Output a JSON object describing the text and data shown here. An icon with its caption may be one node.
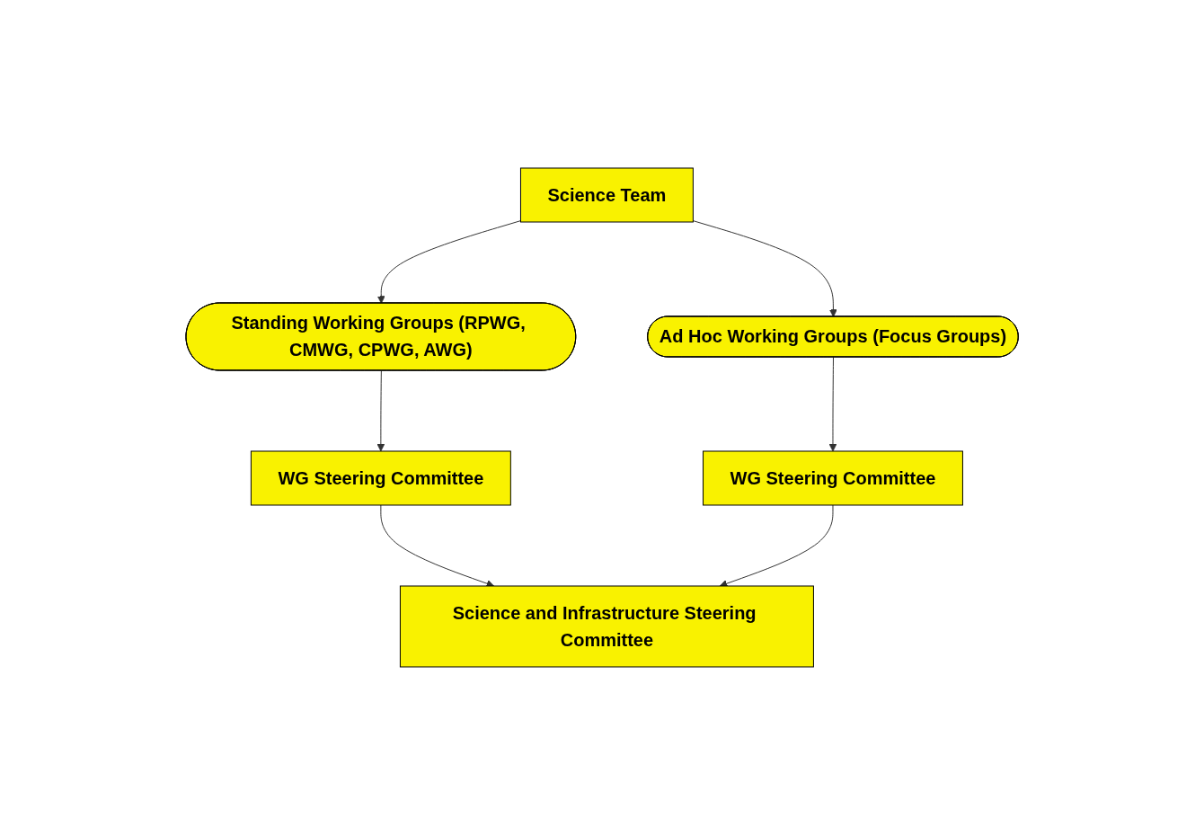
{
  "diagram": {
    "nodes": [
      {
        "text": [
          "Science Team"
        ]
      },
      {
        "text": [
          "Standing Working Groups (RPWG, CMWG, CPWG, AWG)"
        ]
      },
      {
        "text": [
          "Ad Hoc Working Groups (Focus Groups)"
        ]
      },
      {
        "text": [
          "WG Steering Committee"
        ]
      },
      {
        "text": [
          "WG Steering Committee"
        ]
      },
      {
        "text": [
          "Science and Infrastructure Steering Committee"
        ]
      }
    ],
    "edges": [
      {
        "from": 0,
        "to": 1,
        "arrow": "to"
      },
      {
        "from": 0,
        "to": 2,
        "arrow": "to"
      },
      {
        "from": 1,
        "to": 3,
        "arrow": "to"
      },
      {
        "from": 2,
        "to": 4,
        "arrow": "to"
      },
      {
        "from": 3,
        "to": 5,
        "arrow": "to"
      },
      {
        "from": 4,
        "to": 5,
        "arrow": "to"
      }
    ]
  }
}
